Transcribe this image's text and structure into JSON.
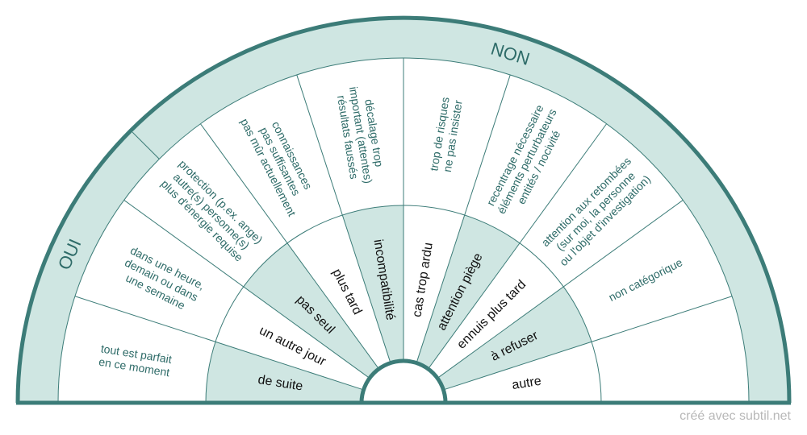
{
  "pendulum": {
    "groups": [
      {
        "label": "OUI"
      },
      {
        "label": "NON"
      }
    ],
    "sectors": [
      {
        "inner": "de suite",
        "outer": "tout est parfait\nen ce moment"
      },
      {
        "inner": "un autre jour",
        "outer": "dans une heure,\ndemain ou dans\nune semaine"
      },
      {
        "inner": "pas seul",
        "outer": "protection (p.ex. ange)\nautre(s) personne(s)\nplus d'énergie requise"
      },
      {
        "inner": "plus tard",
        "outer": "connaissances\npas suffisantes\npas mûr actuellement"
      },
      {
        "inner": "incompatibilité",
        "outer": "décalage trop\nimportant (attentes)\nrésultats faussés"
      },
      {
        "inner": "cas trop ardu",
        "outer": "trop de risques\nne pas insister"
      },
      {
        "inner": "attention piège",
        "outer": "recentrage nécessaire\néléments perturbateurs\nentités / nocivité"
      },
      {
        "inner": "ennuis plus tard",
        "outer": "attention aux retombées\n(sur moi, la personne\nou l'objet d'investigation)"
      },
      {
        "inner": "à refuser",
        "outer": "non catégorique"
      },
      {
        "inner": "autre",
        "outer": ""
      }
    ],
    "colors": {
      "ring": "#cfe6e2",
      "border": "#3c7c78",
      "text": "#2e6b68",
      "inner_text": "#111111",
      "shade": "#cfe6e2",
      "white": "#ffffff"
    }
  },
  "credit": "créé avec subtil.net"
}
